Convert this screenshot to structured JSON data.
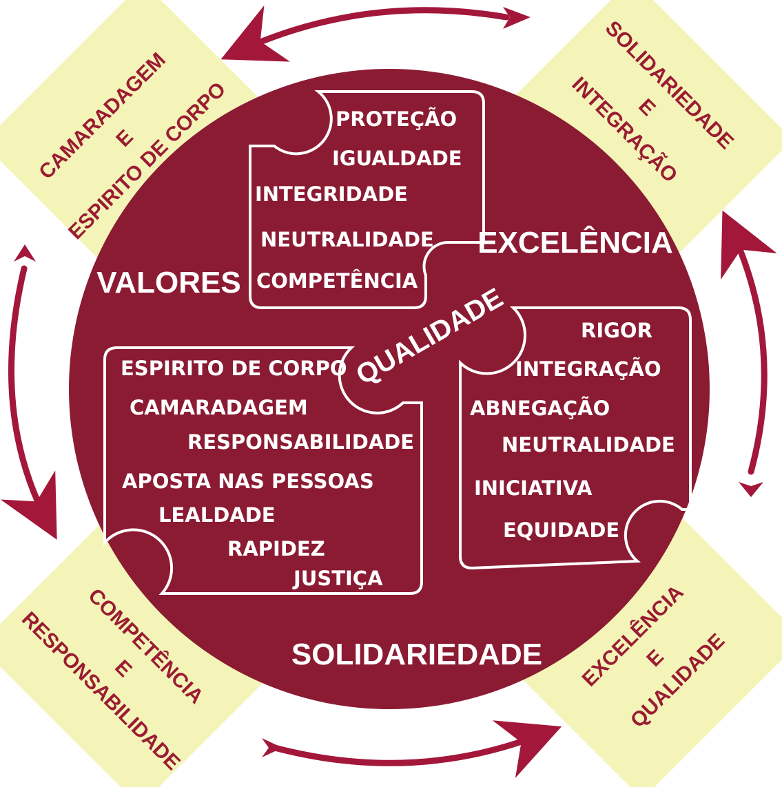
{
  "colors": {
    "circle": "#8b1b33",
    "corner_fill": "#f4f4b8",
    "corner_text": "#9a1c33",
    "arrow": "#a3173a",
    "white": "#ffffff"
  },
  "corners": {
    "top_left": {
      "line1": "CAMARADAGEM",
      "line2": "E",
      "line3": "ESPIRITO DE CORPO"
    },
    "top_right": {
      "line1": "SOLIDARIEDADE",
      "line2": "E",
      "line3": "INTEGRAÇÃO"
    },
    "bottom_left": {
      "line1": "COMPETÊNCIA",
      "line2": "E",
      "line3": "RESPONSABILIDADE"
    },
    "bottom_right": {
      "line1": "EXCELÊNCIA",
      "line2": "E",
      "line3": "QUALIDADE"
    }
  },
  "labels": {
    "valores": "VALORES",
    "excelencia": "EXCELÊNCIA",
    "solidariedade": "SOLIDARIEDADE",
    "qualidade": "QUALIDADE"
  },
  "boxes": {
    "top": [
      "PROTEÇÃO",
      "IGUALDADE",
      "INTEGRIDADE",
      "NEUTRALIDADE",
      "COMPETÊNCIA"
    ],
    "left": [
      "ESPIRITO DE CORPO",
      "CAMARADAGEM",
      "RESPONSABILIDADE",
      "APOSTA NAS PESSOAS",
      "LEALDADE",
      "RAPIDEZ",
      "JUSTIÇA"
    ],
    "right": [
      "RIGOR",
      "INTEGRAÇÃO",
      "ABNEGAÇÃO",
      "NEUTRALIDADE",
      "INICIATIVA",
      "EQUIDADE"
    ]
  }
}
